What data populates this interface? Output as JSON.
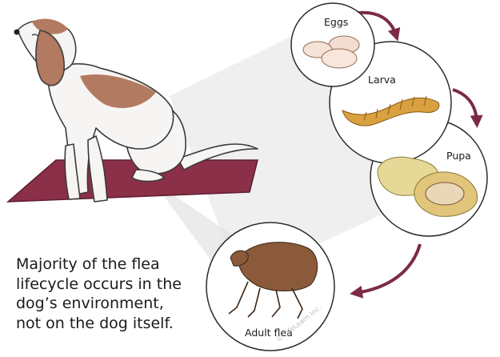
{
  "caption": {
    "lines": [
      "Majority of the flea",
      "lifecycle occurs in the",
      "dog’s environment,",
      "not on the dog itself."
    ]
  },
  "stages": {
    "eggs": "Eggs",
    "larva": "Larva",
    "pupa": "Pupa",
    "adult": "Adult flea"
  },
  "credit": "© LifeLearn Inc.",
  "colors": {
    "mat": "#8c2f48",
    "arrow": "#7d2b45",
    "dog_brown": "#b27b61",
    "larva": "#d9a13f",
    "pupa": "#e0d08c",
    "flea": "#8a5a3a",
    "beam": "#e6e6e6"
  }
}
